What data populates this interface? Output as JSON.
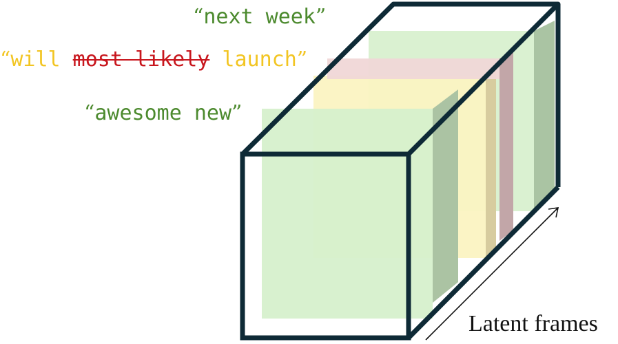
{
  "labels": {
    "line1": {
      "open": "“",
      "text": "next week",
      "close": "”"
    },
    "line2": {
      "open": "“",
      "part1": "will",
      "part2": "most likely",
      "part3": "launch",
      "close": "”"
    },
    "line3": {
      "open": "“",
      "text": "awesome new",
      "close": "”"
    }
  },
  "caption": "Latent frames",
  "colors": {
    "green_text": "#4c8a2e",
    "yellow_text": "#f2c522",
    "red_text": "#c8161d",
    "green_fill": "#d6f0cc",
    "yellow_fill": "#fbf3c2",
    "pink_fill": "#f0d7d7",
    "outline": "#0e2a36"
  }
}
